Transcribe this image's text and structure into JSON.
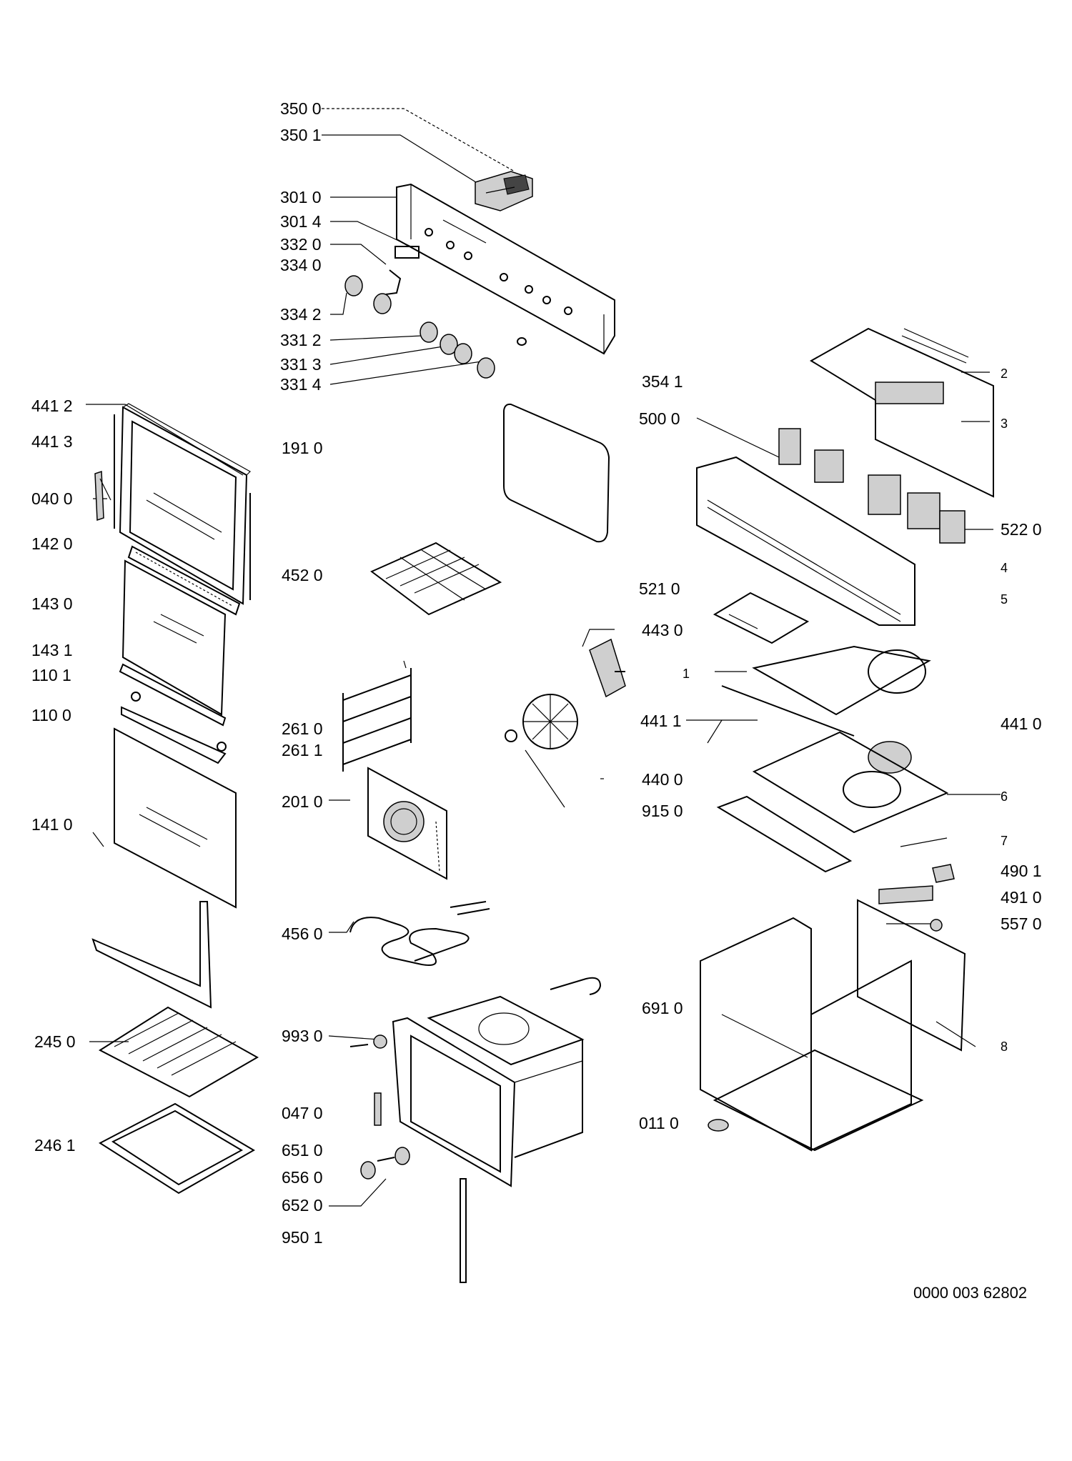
{
  "labels": {
    "l_350_0": "350 0",
    "l_350_1": "350 1",
    "l_301_0": "301 0",
    "l_301_4": "301 4",
    "l_332_0": "332 0",
    "l_334_0": "334 0",
    "l_334_2": "334 2",
    "l_331_2": "331 2",
    "l_331_3": "331 3",
    "l_331_4": "331 4",
    "l_354_1": "354 1",
    "l_441_2": "441 2",
    "l_441_3": "441 3",
    "l_040_0": "040 0",
    "l_142_0": "142 0",
    "l_143_0": "143 0",
    "l_143_1": "143 1",
    "l_110_1": "110 1",
    "l_110_0": "110 0",
    "l_141_0": "141 0",
    "l_245_0": "245 0",
    "l_246_1": "246 1",
    "l_191_0": "191 0",
    "l_452_0": "452 0",
    "l_261_0": "261 0",
    "l_261_1": "261 1",
    "l_201_0": "201 0",
    "l_456_0": "456 0",
    "l_993_0": "993 0",
    "l_047_0": "047 0",
    "l_651_0": "651 0",
    "l_656_0": "656 0",
    "l_652_0": "652 0",
    "l_950_1": "950 1",
    "l_500_0": "500 0",
    "l_522_0": "522 0",
    "l_521_0": "521 0",
    "l_443_0": "443 0",
    "l_441_1": "441 1",
    "l_441_0": "441 0",
    "l_440_0": "440 0",
    "l_915_0": "915 0",
    "l_490_1": "490 1",
    "l_491_0": "491 0",
    "l_557_0": "557 0",
    "l_691_0": "691 0",
    "l_011_0": "011 0",
    "n_1": "1",
    "n_2": "2",
    "n_3": "3",
    "n_4": "4",
    "n_5": "5",
    "n_6": "6",
    "n_7": "7",
    "n_8": "8"
  },
  "document_code": "0000 003 62802"
}
